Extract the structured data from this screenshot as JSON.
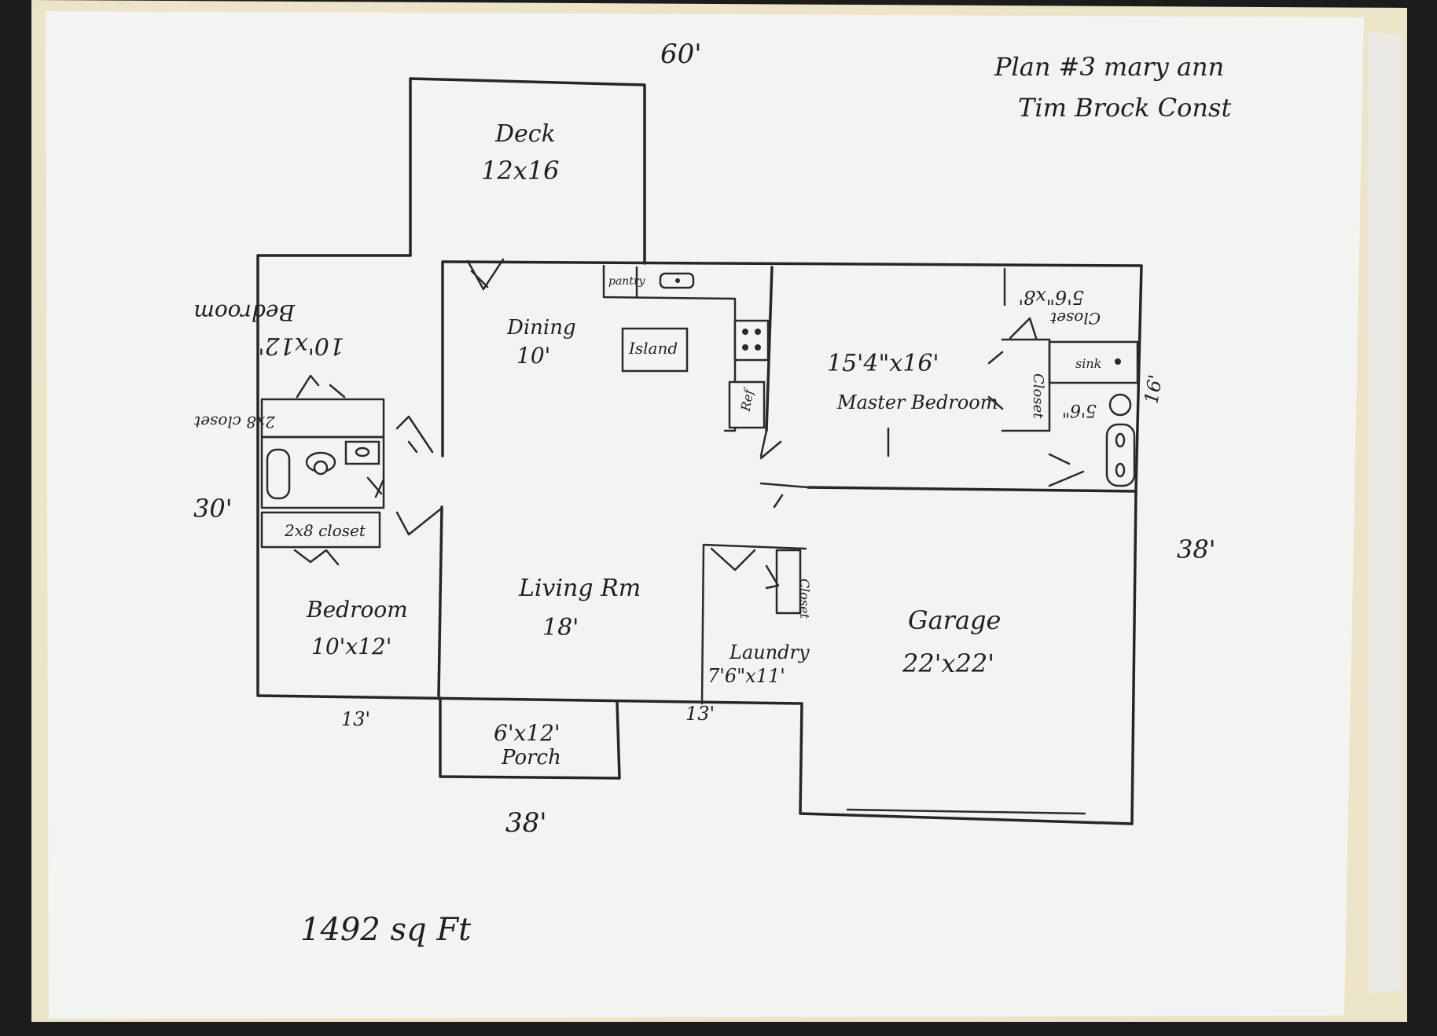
{
  "header": {
    "plan_title": "Plan #3 mary ann",
    "builder": "Tim Brock Const"
  },
  "dimensions": {
    "top": "60'",
    "left": "30'",
    "right": "38'",
    "bottom": "38'",
    "bottom_left_13": "13'",
    "bottom_mid_13": "13'",
    "master_side": "16'"
  },
  "rooms": {
    "deck": {
      "name": "Deck",
      "size": "12x16"
    },
    "dining": {
      "name": "Dining",
      "size": "10'"
    },
    "island": "Island",
    "bedroom_top": {
      "name": "Bedroom",
      "size": "10'x12'"
    },
    "closet_top": "2x8 closet",
    "closet_mid": "2x8 closet",
    "bedroom_bottom": {
      "name": "Bedroom",
      "size": "10'x12'"
    },
    "living": {
      "name": "Living Rm",
      "size": "18'"
    },
    "laundry": {
      "name": "Laundry",
      "size": "7'6\"x11'"
    },
    "laundry_closet": "Closet",
    "master": {
      "name": "Master Bedroom",
      "size": "15'4\"x16'"
    },
    "master_closet_top": {
      "name": "Closet",
      "size": "5'6\"x8'"
    },
    "master_closet_side": "Closet",
    "master_bath_vanity": "sink",
    "master_bath_size": "5'6\"",
    "garage": {
      "name": "Garage",
      "size": "22'x22'"
    },
    "porch": {
      "name": "Porch",
      "size": "6'x12'"
    },
    "pantry": "pantry",
    "refrigerator": "Ref"
  },
  "footer": {
    "area": "1492 sq Ft"
  },
  "colors": {
    "paper": "#f3f3f1",
    "folder": "#ece4c8",
    "ink": "#262626",
    "background": "#1c1c1c"
  }
}
